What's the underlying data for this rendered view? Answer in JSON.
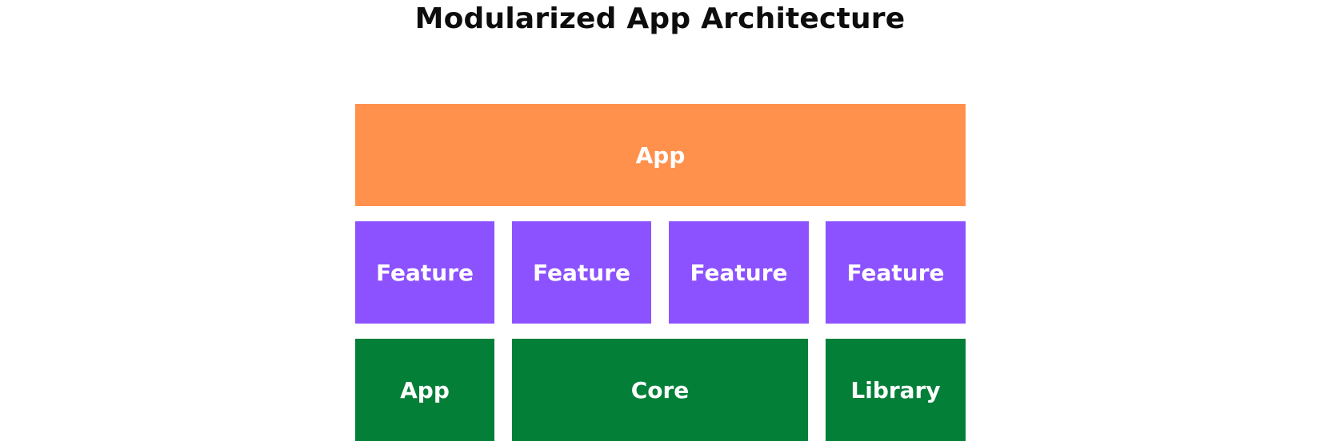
{
  "title": "Modularized App Architecture",
  "colors": {
    "app_layer": "#ff914d",
    "feature_layer": "#8c52ff",
    "base_layer": "#037f38",
    "text": "#ffffff"
  },
  "layers": {
    "app": {
      "label": "App"
    },
    "features": [
      {
        "label": "Feature"
      },
      {
        "label": "Feature"
      },
      {
        "label": "Feature"
      },
      {
        "label": "Feature"
      }
    ],
    "base": [
      {
        "label": "App"
      },
      {
        "label": "Core"
      },
      {
        "label": "Library"
      }
    ]
  }
}
